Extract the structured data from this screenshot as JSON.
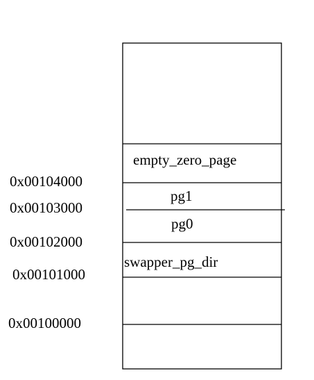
{
  "memory_layout": {
    "segments": [
      {
        "label": "empty_zero_page"
      },
      {
        "label": "pg1"
      },
      {
        "label": "pg0"
      },
      {
        "label": "swapper_pg_dir"
      }
    ],
    "addresses": [
      {
        "label": "0x00104000"
      },
      {
        "label": "0x00103000"
      },
      {
        "label": "0x00102000"
      },
      {
        "label": "0x00101000"
      },
      {
        "label": "0x00100000"
      }
    ]
  }
}
